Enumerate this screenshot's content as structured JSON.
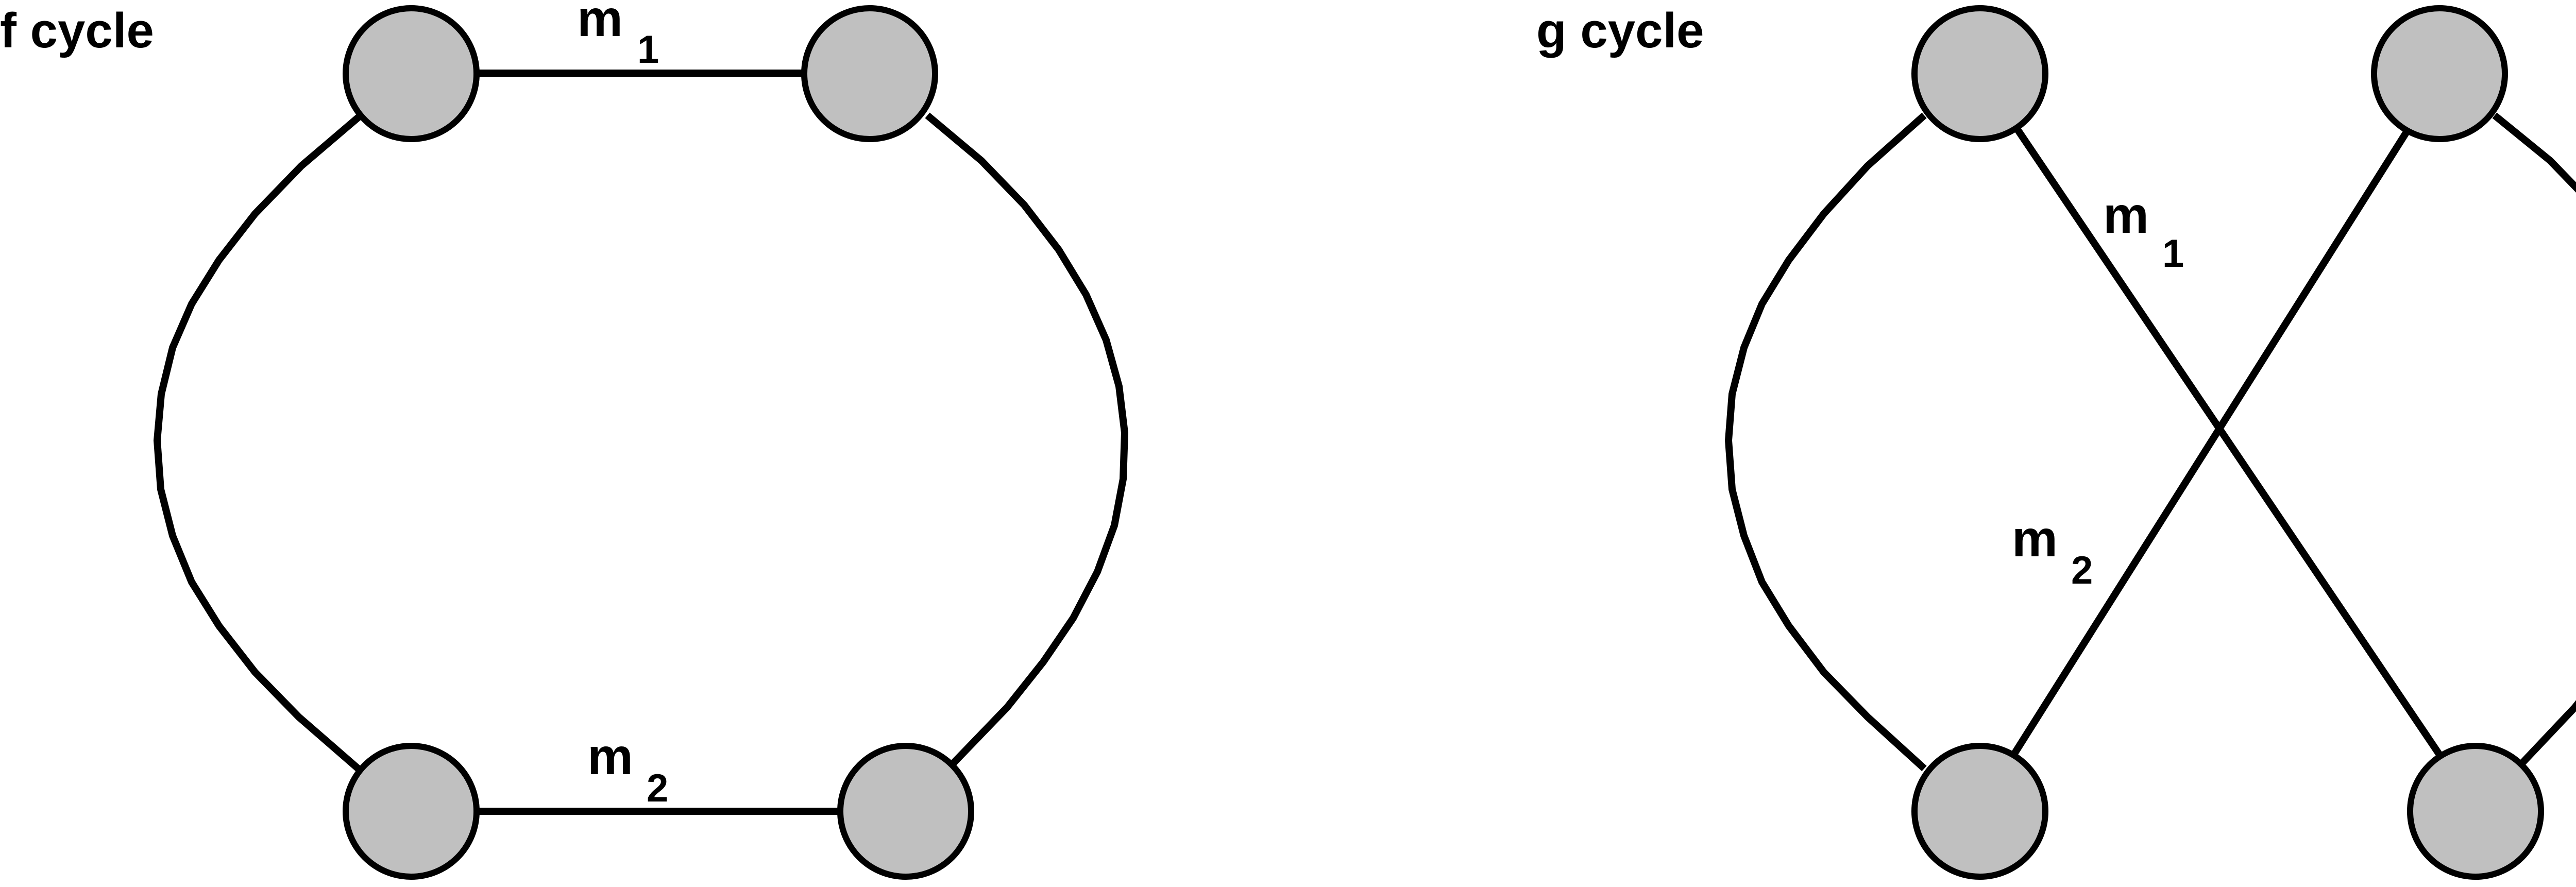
{
  "panels": [
    {
      "id": "f",
      "title": "f cycle",
      "labels": [
        {
          "name": "m",
          "sub": "1"
        },
        {
          "name": "m",
          "sub": "2"
        }
      ]
    },
    {
      "id": "g",
      "title": "g cycle",
      "labels": [
        {
          "name": "m",
          "sub": "1"
        },
        {
          "name": "m",
          "sub": "2"
        }
      ]
    }
  ],
  "colors": {
    "node_fill": "#c0c0c0",
    "stroke": "#000000",
    "background": "#ffffff"
  }
}
